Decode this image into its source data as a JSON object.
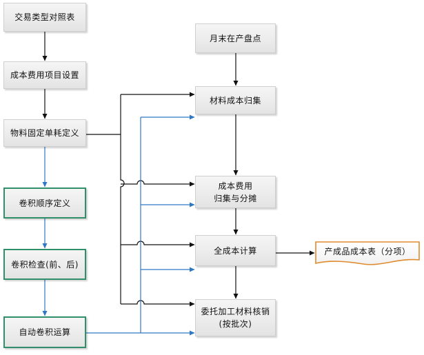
{
  "nodes": {
    "jiaoyi": "交易类型对照表",
    "chengben_xiangmu": "成本费用项目设置",
    "wuliao_dingedan": "物料固定单耗定义",
    "juanji_shunxu": "卷积顺序定义",
    "juanji_jiancha": "卷积检查(前、后)",
    "zidong_juanji": "自动卷积运算",
    "yuemo_pandian": "月末在产盘点",
    "cailiao_guiji": "材料成本归集",
    "feiyong_guiji": "成本费用\n归集与分摊",
    "quan_chengben": "全成本计算",
    "weituo_hexiao": "委托加工材料核销\n(按批次)",
    "chengpin_biao": "产成品成本表（分项）"
  },
  "colors": {
    "black_line": "#111111",
    "blue_line": "#2e78c4",
    "green_border": "#2f8f6a",
    "output_border": "#e08a2e",
    "box_top": "#f5f5f5",
    "box_bottom": "#e3e3e3"
  }
}
